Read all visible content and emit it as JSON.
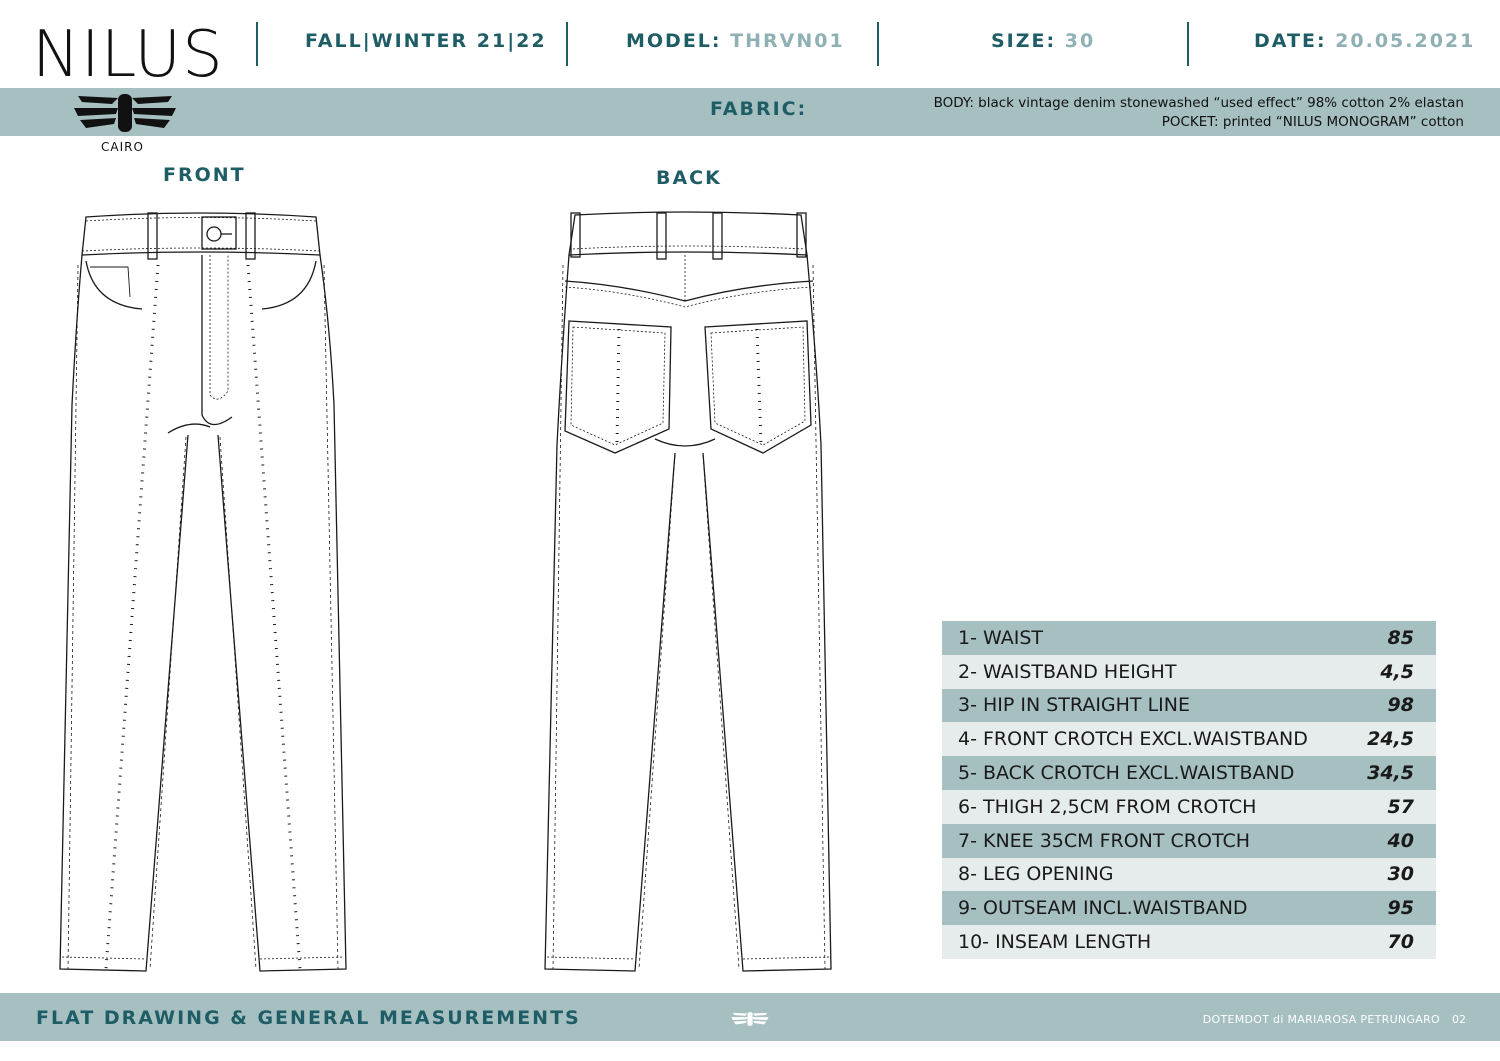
{
  "brand": {
    "name": "NILUS",
    "city": "CAIRO"
  },
  "header": {
    "season": "FALL|WINTER 21|22",
    "model_label": "MODEL:",
    "model_value": "THRVN01",
    "size_label": "SIZE:",
    "size_value": "30",
    "date_label": "DATE:",
    "date_value": "20.05.2021"
  },
  "fabric": {
    "label": "FABRIC:",
    "body": "BODY: black vintage denim stonewashed “used effect” 98% cotton 2% elastan",
    "pocket": "POCKET: printed “NILUS MONOGRAM” cotton"
  },
  "views": {
    "front": "FRONT",
    "back": "BACK"
  },
  "measurements": [
    {
      "label": "1- WAIST",
      "value": "85"
    },
    {
      "label": "2- WAISTBAND HEIGHT",
      "value": "4,5"
    },
    {
      "label": "3- HIP IN STRAIGHT LINE",
      "value": "98"
    },
    {
      "label": "4- FRONT CROTCH EXCL.WAISTBAND",
      "value": "24,5"
    },
    {
      "label": "5- BACK CROTCH EXCL.WAISTBAND",
      "value": "34,5"
    },
    {
      "label": "6- THIGH 2,5CM FROM CROTCH",
      "value": "57"
    },
    {
      "label": "7- KNEE 35CM FRONT CROTCH",
      "value": "40"
    },
    {
      "label": "8- LEG OPENING",
      "value": "30"
    },
    {
      "label": "9- OUTSEAM INCL.WAISTBAND",
      "value": "95"
    },
    {
      "label": "10- INSEAM LENGTH",
      "value": "70"
    }
  ],
  "footer": {
    "title": "FLAT DRAWING & GENERAL MEASUREMENTS",
    "credit": "DOTEMDOT di MARIAROSA PETRUNGARO",
    "page": "02"
  },
  "colors": {
    "accent": "#1f5d66",
    "band": "#a6bfc1",
    "muted_value": "#8fb0b4",
    "row_light": "#e6eceb"
  }
}
